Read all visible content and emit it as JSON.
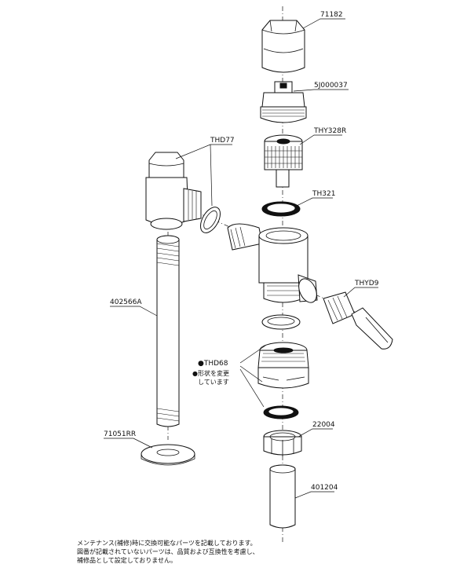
{
  "labels": {
    "p71182": "71182",
    "p5j000037": "5J000037",
    "thy328r": "THY328R",
    "thd77": "THD77",
    "th321": "TH321",
    "thyd9": "THYD9",
    "p402566a": "402566A",
    "thd68": "●THD68",
    "shape_change_1": "●形状を変更",
    "shape_change_2": "しています",
    "p71051rr": "71051RR",
    "p22004": "22004",
    "p401204": "401204"
  },
  "footnote": {
    "line1": "メンテナンス(補修)時に交換可能なパーツを記載しております。",
    "line2": "図番が記載されていないパーツは、品質および互換性を考慮し、",
    "line3": "補修品として設定しておりません。"
  }
}
